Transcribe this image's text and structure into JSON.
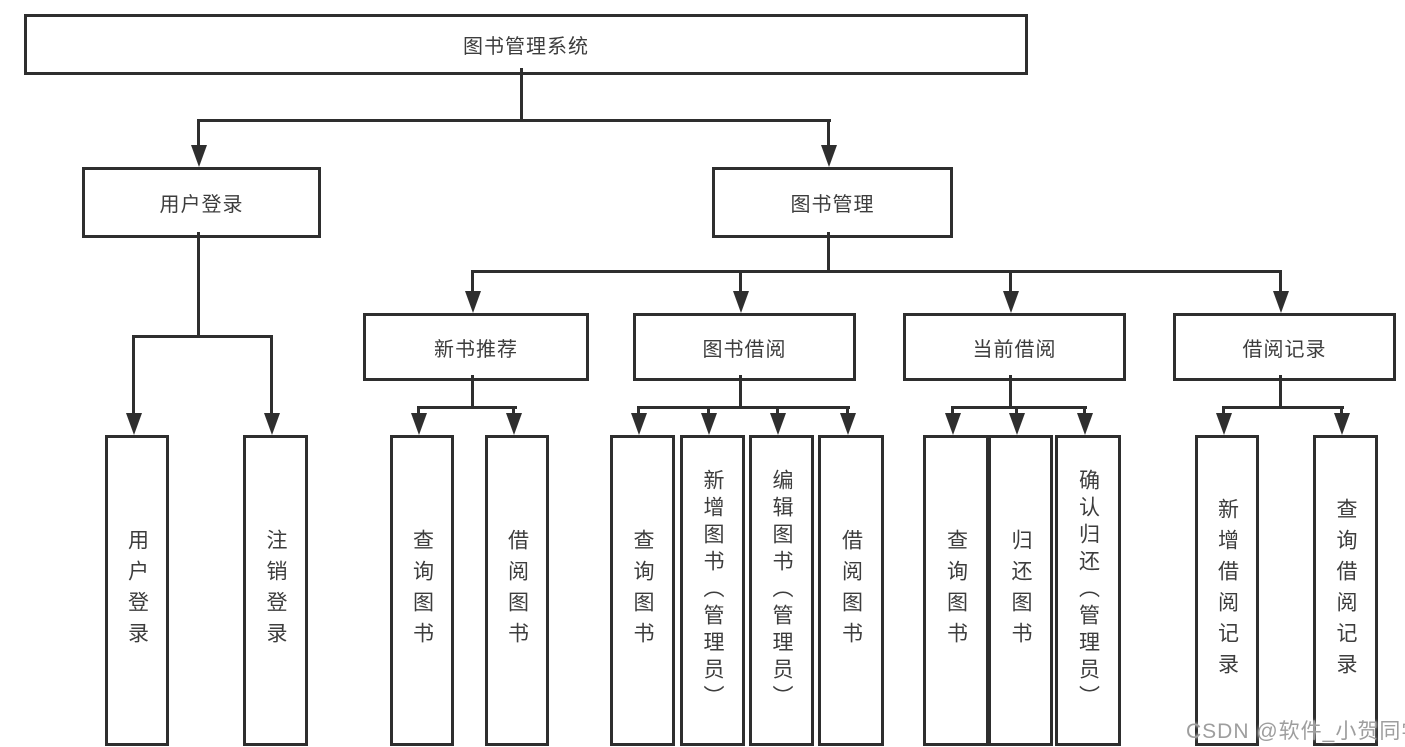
{
  "diagram_title": "图书管理系统",
  "tree": {
    "label": "图书管理系统",
    "children": [
      {
        "label": "用户登录",
        "children": [
          {
            "label": "用户登录"
          },
          {
            "label": "注销登录"
          }
        ]
      },
      {
        "label": "图书管理",
        "children": [
          {
            "label": "新书推荐",
            "children": [
              {
                "label": "查询图书"
              },
              {
                "label": "借阅图书"
              }
            ]
          },
          {
            "label": "图书借阅",
            "children": [
              {
                "label": "查询图书"
              },
              {
                "label": "新增图书（管理员）"
              },
              {
                "label": "编辑图书（管理员）"
              },
              {
                "label": "借阅图书"
              }
            ]
          },
          {
            "label": "当前借阅",
            "children": [
              {
                "label": "查询图书"
              },
              {
                "label": "归还图书"
              },
              {
                "label": "确认归还（管理员）"
              }
            ]
          },
          {
            "label": "借阅记录",
            "children": [
              {
                "label": "新增借阅记录"
              },
              {
                "label": "查询借阅记录"
              }
            ]
          }
        ]
      }
    ]
  },
  "watermark": "CSDN @软件_小贺同学",
  "colors": {
    "line": "#2e2e2e",
    "text": "#3d3d3d",
    "watermark": "#9e9e9e",
    "background": "#ffffff"
  }
}
